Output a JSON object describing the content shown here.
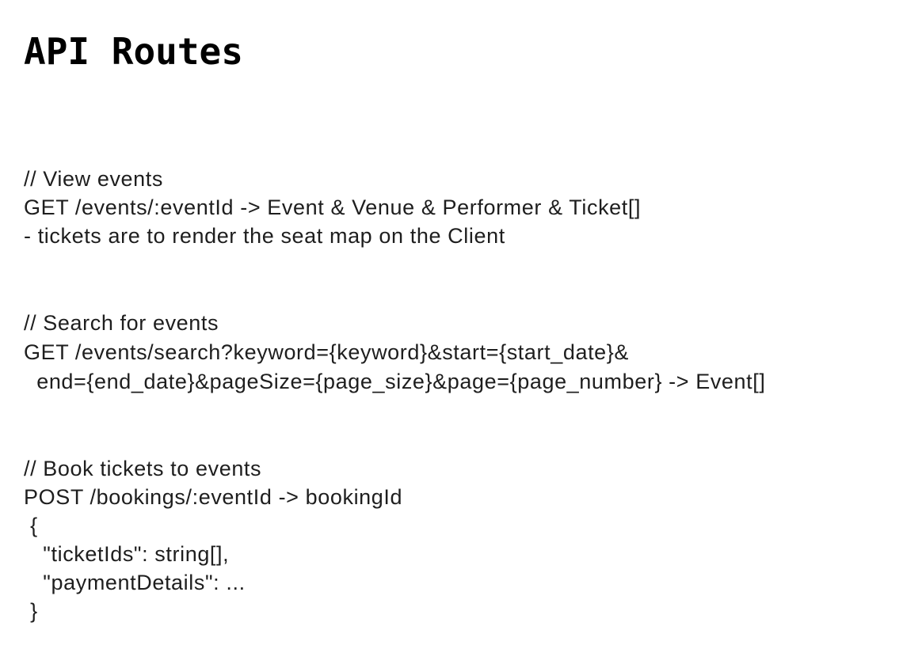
{
  "title": "API Routes",
  "sections": [
    {
      "lines": [
        "// View events",
        "GET /events/:eventId -> Event & Venue & Performer & Ticket[]",
        "- tickets are to render the seat map on the Client"
      ]
    },
    {
      "lines": [
        "// Search for events",
        "GET /events/search?keyword={keyword}&start={start_date}&",
        "  end={end_date}&pageSize={page_size}&page={page_number} -> Event[]"
      ]
    },
    {
      "lines": [
        "// Book tickets to events",
        "POST /bookings/:eventId -> bookingId",
        " {",
        "   \"ticketIds\": string[],",
        "   \"paymentDetails\": ...",
        " }"
      ]
    }
  ]
}
